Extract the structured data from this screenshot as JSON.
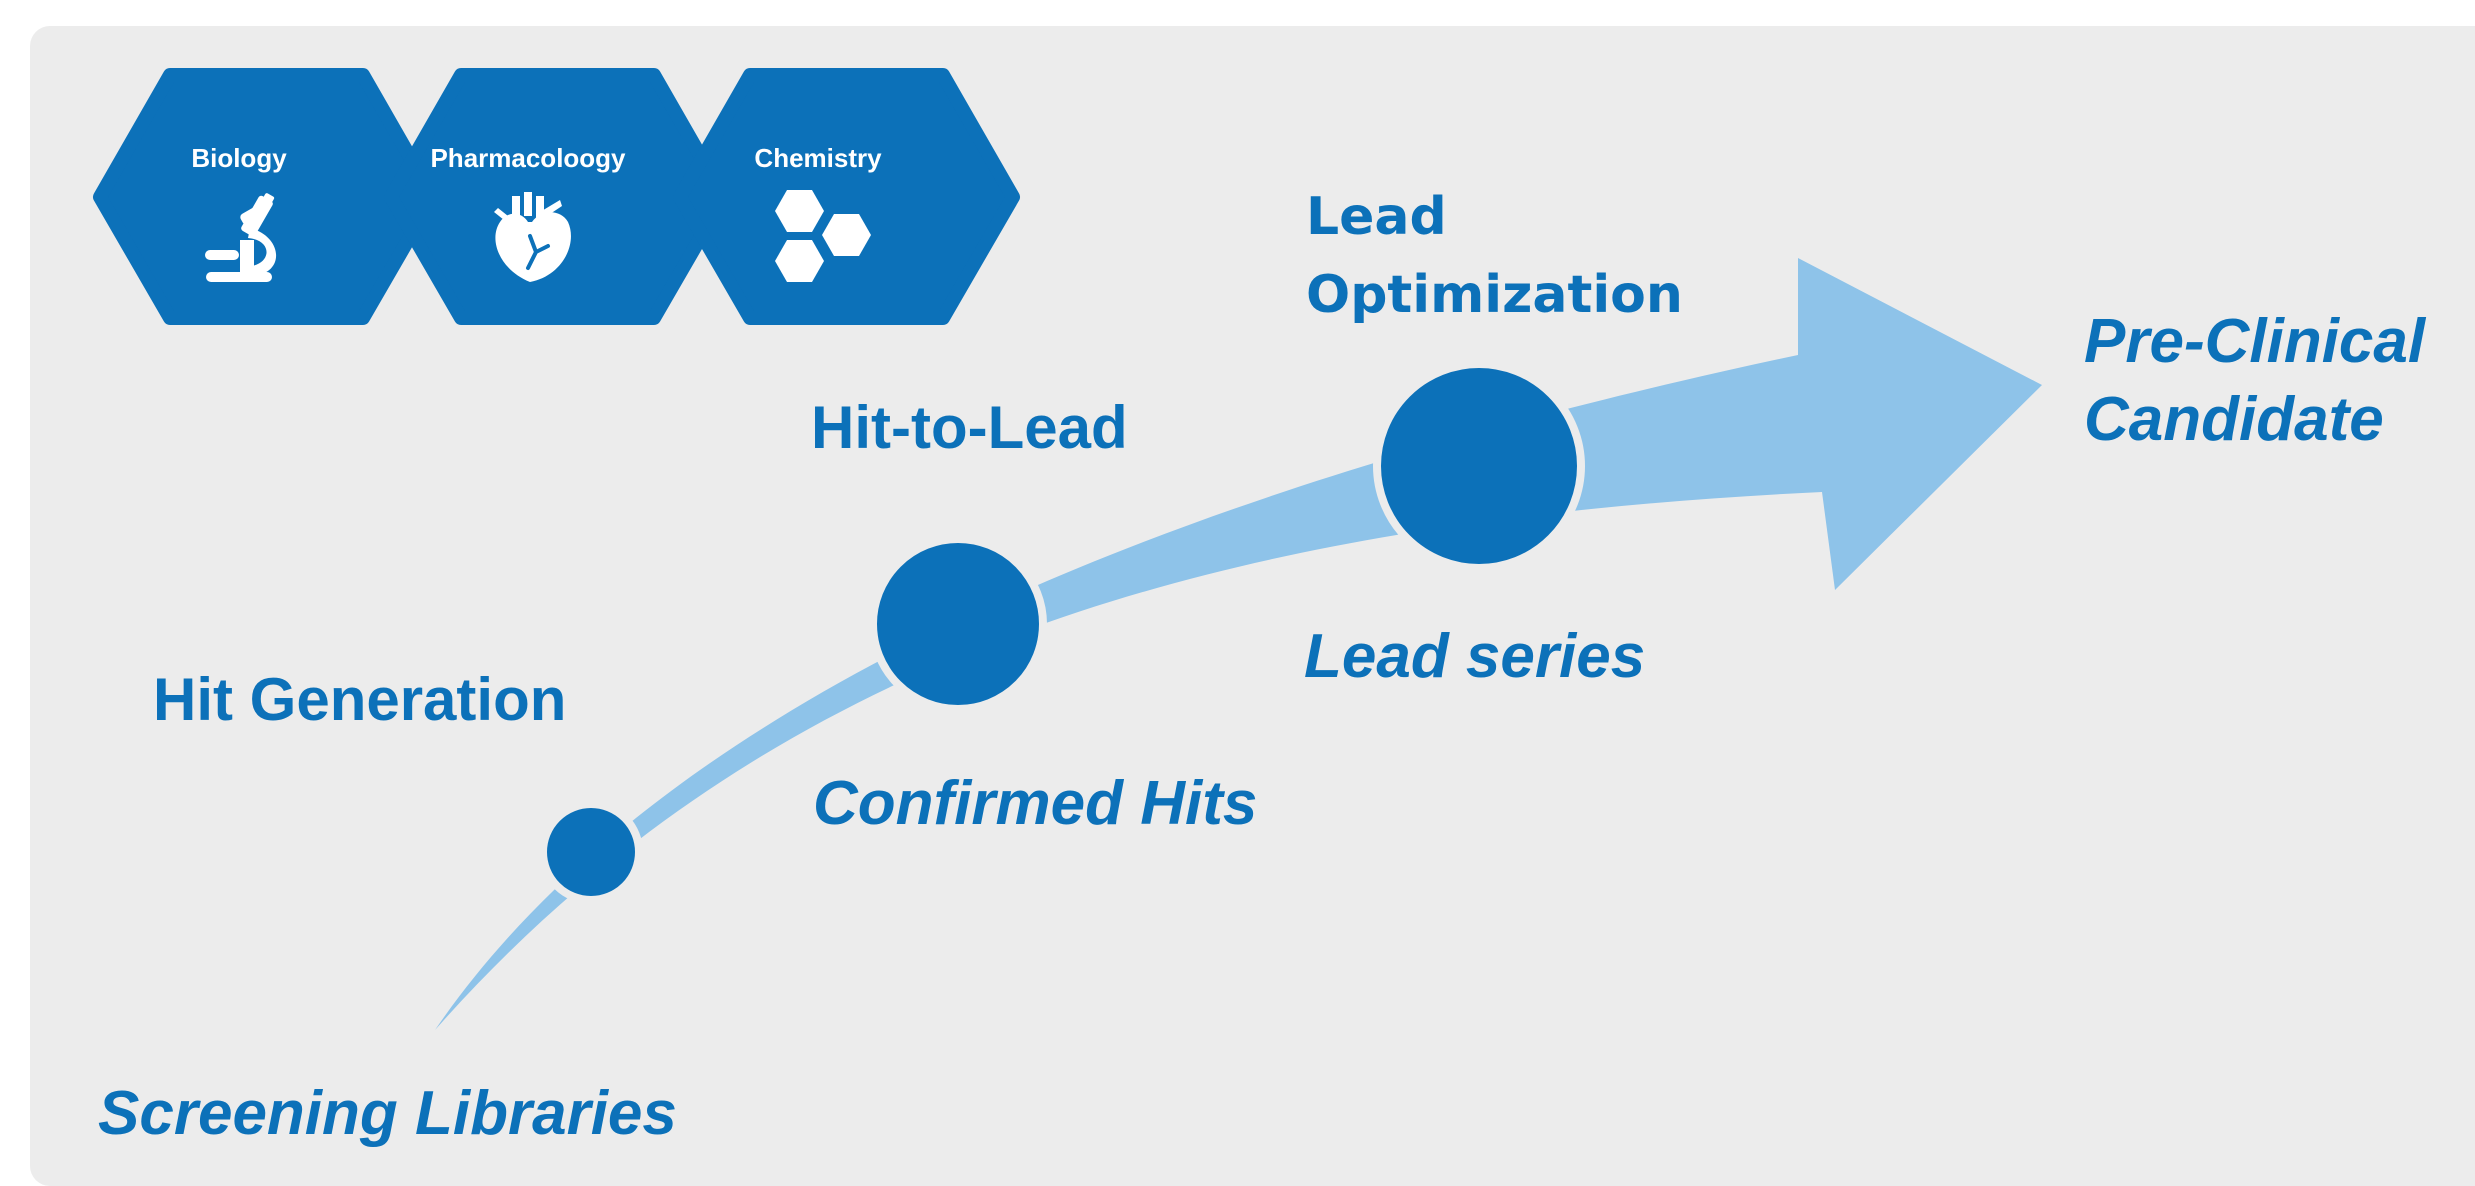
{
  "disciplines": [
    {
      "label": "Biology",
      "icon": "microscope-icon"
    },
    {
      "label": "Pharmacoloogy",
      "icon": "heart-icon"
    },
    {
      "label": "Chemistry",
      "icon": "hexagons-icon"
    }
  ],
  "stages": {
    "hit_generation": "Hit Generation",
    "hit_to_lead": "Hit-to-Lead",
    "lead_optimization_line1": "Lead",
    "lead_optimization_line2": "Optimization"
  },
  "outputs": {
    "screening_libraries": "Screening Libraries",
    "confirmed_hits": "Confirmed Hits",
    "lead_series": "Lead series",
    "pre_clinical_line1": "Pre-Clinical",
    "pre_clinical_line2": "Candidate"
  },
  "colors": {
    "panel_background": "#ececec",
    "hexagon_fill": "#0c71b9",
    "arrow_fill": "#8ec3e9",
    "node_fill": "#0c71b9",
    "label_text": "#0c71b9"
  }
}
